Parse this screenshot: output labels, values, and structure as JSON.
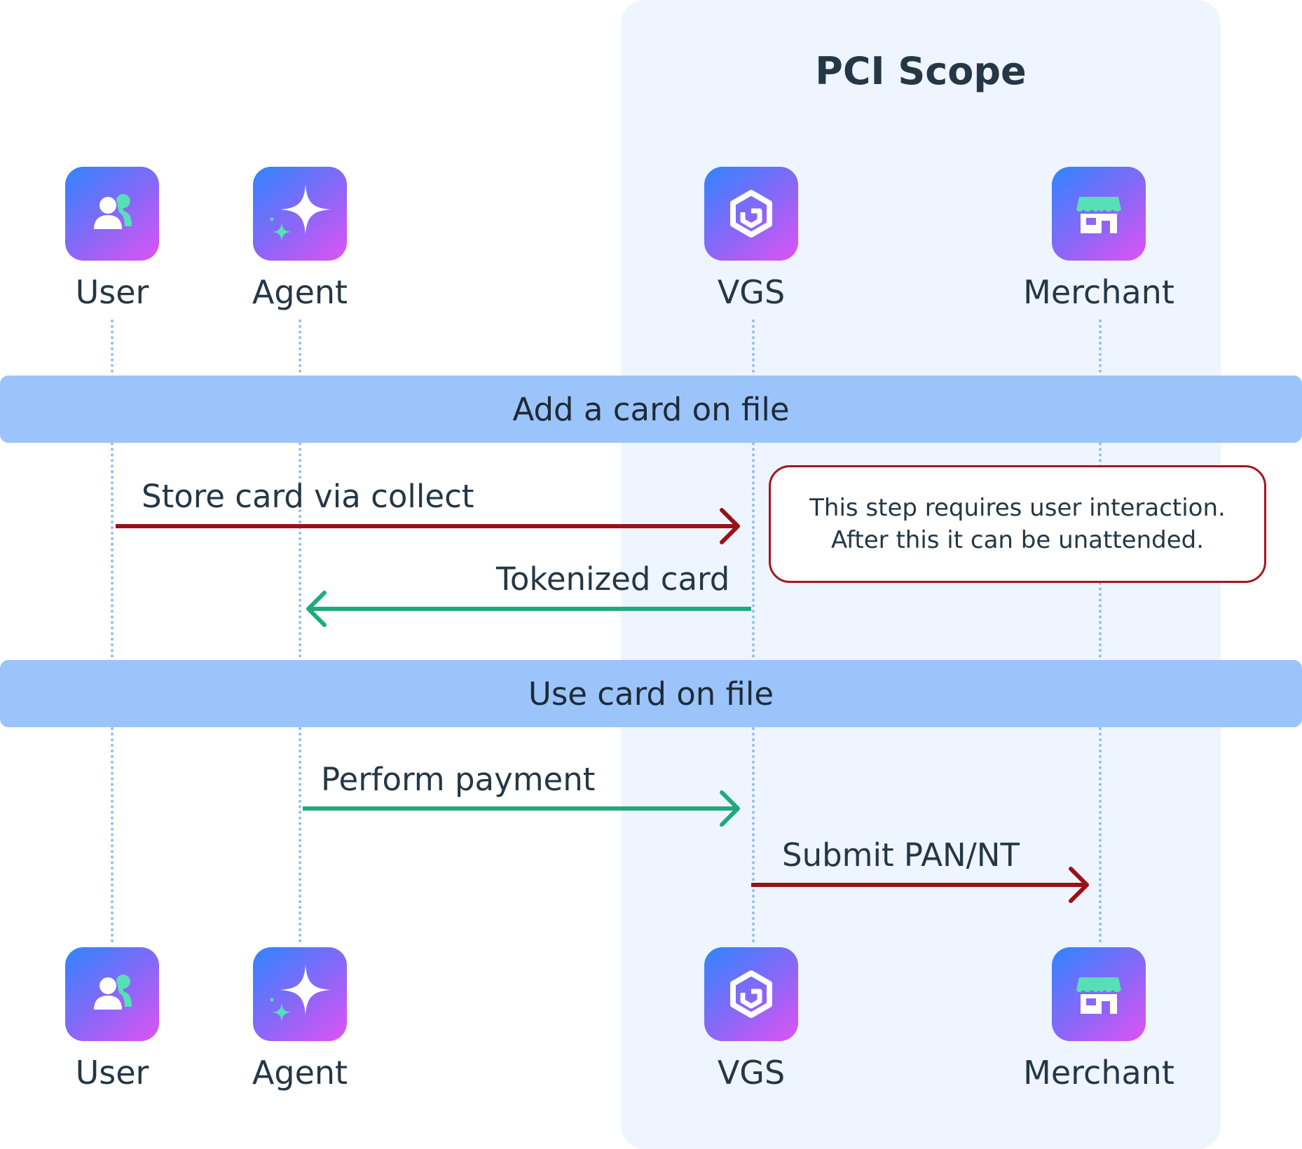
{
  "scope": {
    "title": "PCI Scope"
  },
  "participants": [
    {
      "name": "User",
      "icon": "user-icon"
    },
    {
      "name": "Agent",
      "icon": "sparkle-icon"
    },
    {
      "name": "VGS",
      "icon": "vgs-logo-icon"
    },
    {
      "name": "Merchant",
      "icon": "storefront-icon"
    }
  ],
  "phases": [
    {
      "label": "Add a card on file"
    },
    {
      "label": "Use card on file"
    }
  ],
  "messages": [
    {
      "from": "User",
      "to": "VGS",
      "label": "Store card via collect",
      "color": "#9b1118"
    },
    {
      "from": "VGS",
      "to": "Agent",
      "label": "Tokenized card",
      "color": "#1faa7e"
    },
    {
      "from": "Agent",
      "to": "VGS",
      "label": "Perform payment",
      "color": "#1faa7e"
    },
    {
      "from": "VGS",
      "to": "Merchant",
      "label": "Submit PAN/NT",
      "color": "#9b1118"
    }
  ],
  "note": {
    "lines": [
      "This step requires user interaction.",
      "After this it can be unattended."
    ],
    "border_color": "#a8141f"
  },
  "colors": {
    "scope_background": "#eef5fe",
    "band": "#9bc4fb",
    "lifeline": "#91bdf2",
    "icon_gradient": [
      "#2f85ff",
      "#df53f4"
    ]
  }
}
